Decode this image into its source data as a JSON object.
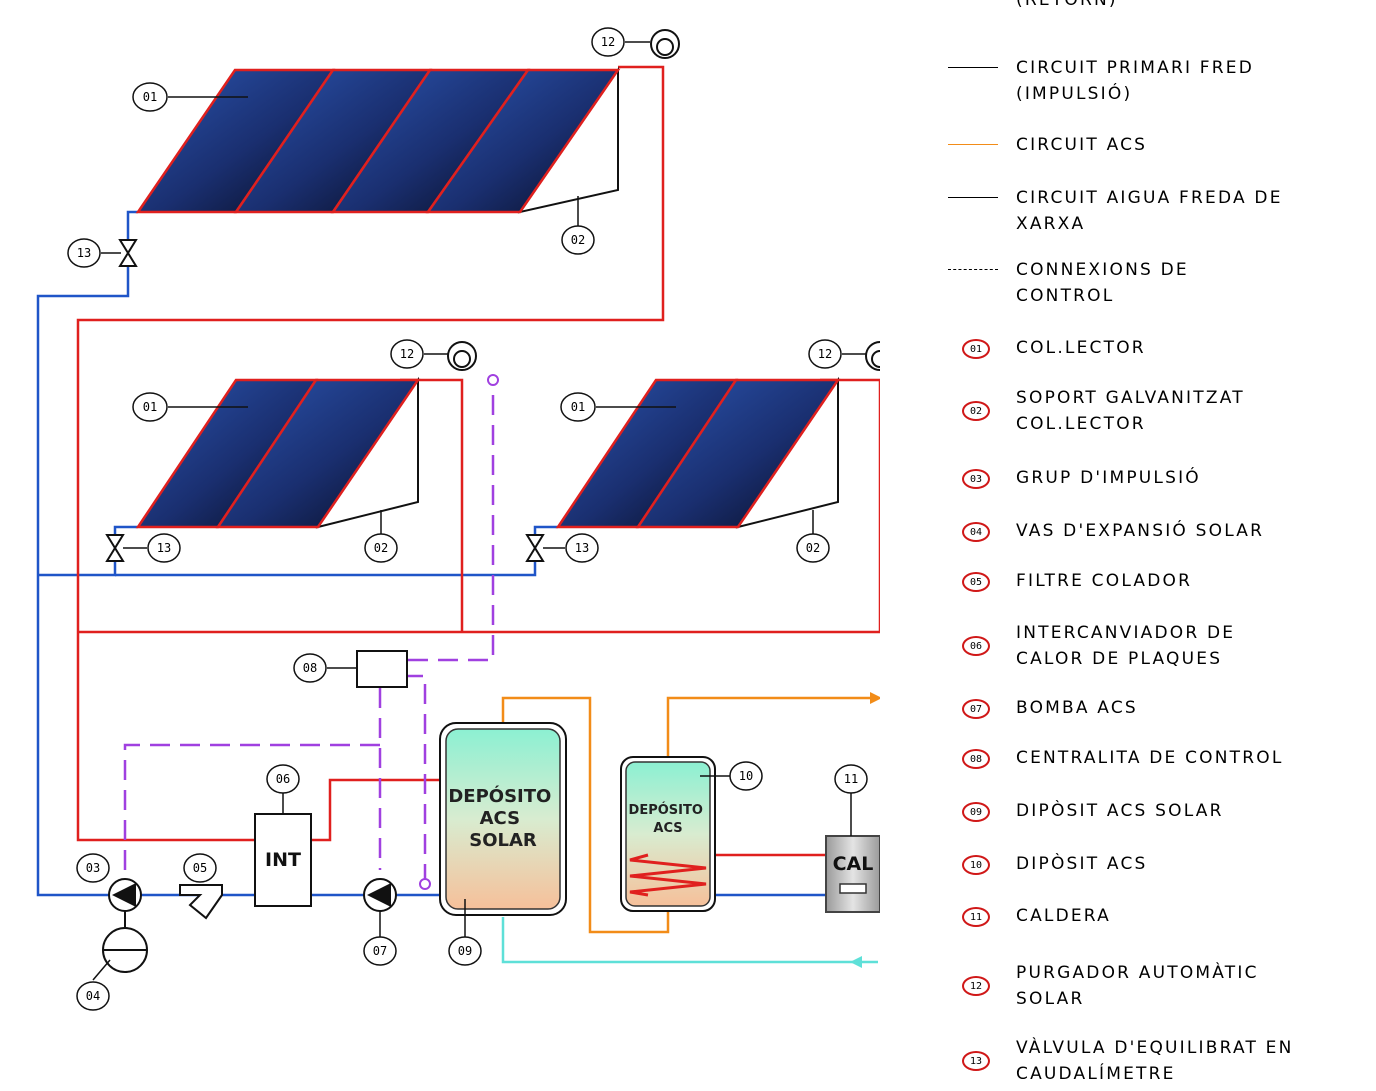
{
  "diagram": {
    "tank_acs_solar": [
      "DEPÓSITO",
      "ACS",
      "SOLAR"
    ],
    "tank_acs": [
      "DEPÓSITO",
      "ACS"
    ],
    "exchanger": "INT",
    "boiler": "CAL"
  },
  "tags": {
    "collector": "01",
    "support": "02",
    "pump_group": "03",
    "expansion": "04",
    "filter": "05",
    "exchanger": "06",
    "pump_acs": "07",
    "control": "08",
    "tank_solar": "09",
    "tank_acs": "10",
    "boiler": "11",
    "purger": "12",
    "valve": "13"
  },
  "legend": {
    "lines": [
      {
        "color": "#e0201e",
        "style": "solid",
        "label": "(RETORN)"
      },
      {
        "color": "#000000",
        "style": "solid",
        "label": "CIRCUIT PRIMARI FRED\n(IMPULSIÓ)"
      },
      {
        "color": "#f28c18",
        "style": "solid",
        "label": "CIRCUIT ACS"
      },
      {
        "color": "#000000",
        "style": "solid",
        "label": "CIRCUIT AIGUA FREDA DE\nXARXA"
      },
      {
        "color": "#000000",
        "style": "dashed",
        "label": "CONNEXIONS DE\nCONTROL"
      }
    ],
    "items": [
      {
        "num": "01",
        "label": "COL.LECTOR"
      },
      {
        "num": "02",
        "label": "SOPORT GALVANITZAT\nCOL.LECTOR"
      },
      {
        "num": "03",
        "label": "GRUP D'IMPULSIÓ"
      },
      {
        "num": "04",
        "label": "VAS D'EXPANSIÓ SOLAR"
      },
      {
        "num": "05",
        "label": "FILTRE COLADOR"
      },
      {
        "num": "06",
        "label": "INTERCANVIADOR DE\nCALOR DE PLAQUES"
      },
      {
        "num": "07",
        "label": "BOMBA ACS"
      },
      {
        "num": "08",
        "label": "CENTRALITA DE CONTROL"
      },
      {
        "num": "09",
        "label": "DIPÒSIT ACS SOLAR"
      },
      {
        "num": "10",
        "label": "DIPÒSIT ACS"
      },
      {
        "num": "11",
        "label": "CALDERA"
      },
      {
        "num": "12",
        "label": "PURGADOR AUTOMÀTIC\nSOLAR"
      },
      {
        "num": "13",
        "label": "VÀLVULA D'EQUILIBRAT EN\nCAUDALÍMETRE"
      }
    ]
  },
  "colors": {
    "hot": "#e0201e",
    "cold": "#1f55c8",
    "acs": "#f28c18",
    "mains": "#5ee0d8",
    "control": "#a040e0",
    "badge": "#d01818"
  }
}
